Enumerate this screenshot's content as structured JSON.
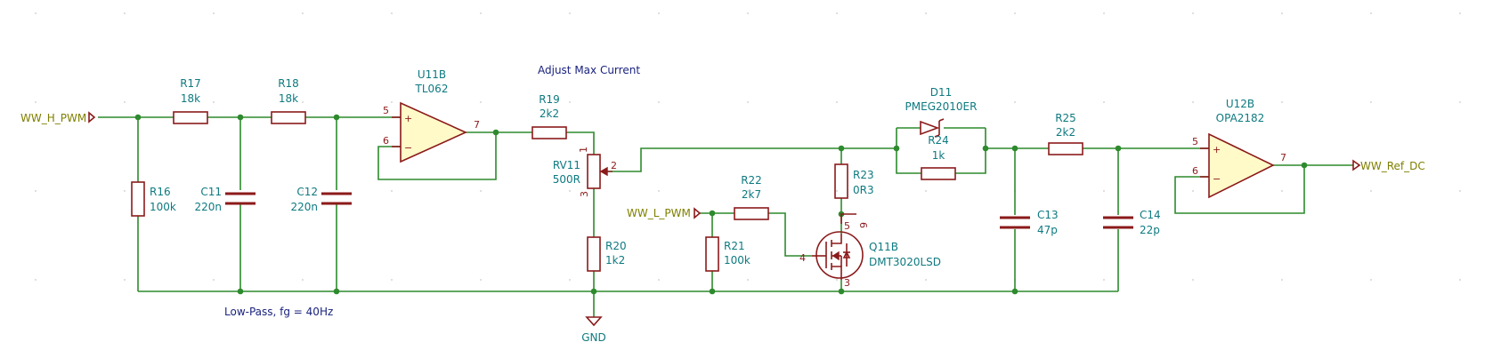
{
  "nets": {
    "ww_h_pwm": "WW_H_PWM",
    "ww_l_pwm": "WW_L_PWM",
    "ww_ref_dc": "WW_Ref_DC",
    "gnd": "GND"
  },
  "notes": {
    "adjust": "Adjust Max Current",
    "lowpass": "Low-Pass, fg = 40Hz"
  },
  "components": {
    "R16": {
      "ref": "R16",
      "value": "100k"
    },
    "R17": {
      "ref": "R17",
      "value": "18k"
    },
    "R18": {
      "ref": "R18",
      "value": "18k"
    },
    "C11": {
      "ref": "C11",
      "value": "220n"
    },
    "C12": {
      "ref": "C12",
      "value": "220n"
    },
    "U11B": {
      "ref": "U11B",
      "value": "TL062",
      "pins": {
        "plus": "5",
        "minus": "6",
        "out": "7"
      },
      "symbols": {
        "plus": "+",
        "minus": "−"
      }
    },
    "R19": {
      "ref": "R19",
      "value": "2k2"
    },
    "RV11": {
      "ref": "RV11",
      "value": "500R",
      "pins": {
        "p1": "1",
        "wiper": "2",
        "p3": "3"
      }
    },
    "R20": {
      "ref": "R20",
      "value": "1k2"
    },
    "R21": {
      "ref": "R21",
      "value": "100k"
    },
    "R22": {
      "ref": "R22",
      "value": "2k7"
    },
    "R23": {
      "ref": "R23",
      "value": "0R3"
    },
    "Q11B": {
      "ref": "Q11B",
      "value": "DMT3020LSD",
      "pins": {
        "gate": "4",
        "drain": "6",
        "source": "3",
        "s2": "5"
      }
    },
    "D11": {
      "ref": "D11",
      "value": "PMEG2010ER"
    },
    "R24": {
      "ref": "R24",
      "value": "1k"
    },
    "R25": {
      "ref": "R25",
      "value": "2k2"
    },
    "C13": {
      "ref": "C13",
      "value": "47p"
    },
    "C14": {
      "ref": "C14",
      "value": "22p"
    },
    "U12B": {
      "ref": "U12B",
      "value": "OPA2182",
      "pins": {
        "plus": "5",
        "minus": "6",
        "out": "7"
      },
      "symbols": {
        "plus": "+",
        "minus": "−"
      }
    }
  },
  "colors": {
    "wire": "#2d8a2d",
    "component": "#8b1a1a",
    "reference": "#0e7a80",
    "net_label": "#7f7f00",
    "note": "#1a237e",
    "opamp_fill": "#fffac8"
  }
}
